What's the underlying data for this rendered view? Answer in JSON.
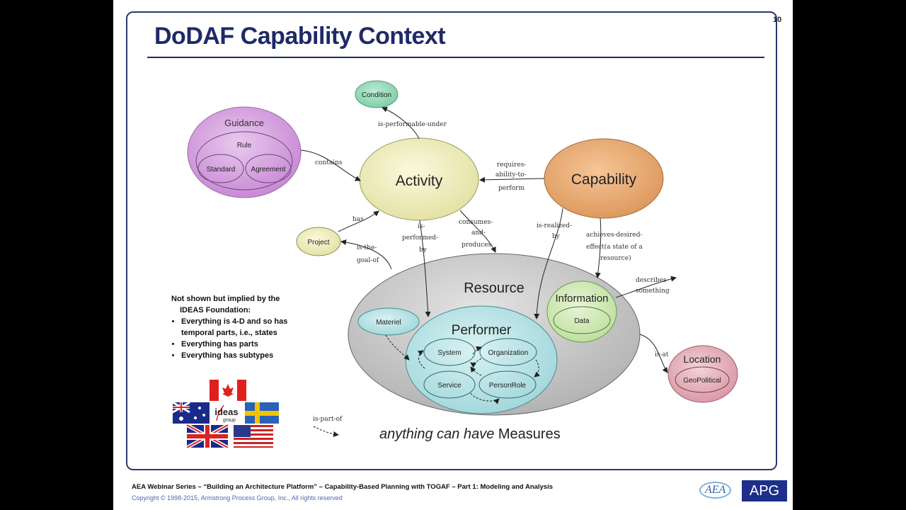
{
  "slide": {
    "number": "10",
    "title": "DoDAF Capability Context"
  },
  "nodes": {
    "condition": "Condition",
    "guidance": "Guidance",
    "rule": "Rule",
    "standard": "Standard",
    "agreement": "Agreement",
    "activity": "Activity",
    "capability": "Capability",
    "project": "Project",
    "resource": "Resource",
    "materiel": "Materiel",
    "information": "Information",
    "data": "Data",
    "performer": "Performer",
    "system": "System",
    "organization": "Organization",
    "service": "Service",
    "person_role": "PersonRole",
    "location": "Location",
    "geopolitical": "GeoPolitical"
  },
  "relations": {
    "performable_under": "is-performable-under",
    "contains": "contains",
    "requires_ability_lines": [
      "requires-",
      "ability-to-",
      "perform"
    ],
    "has": "has",
    "is_the_goal_of_lines": [
      "is-the-",
      "goal-of"
    ],
    "is_performed_by_lines": [
      "is-",
      "performed-",
      "by"
    ],
    "consumes_produces_lines": [
      "consumes-",
      "and-",
      "produces"
    ],
    "is_realized_by_lines": [
      "is-realized-",
      "by"
    ],
    "achieves_desired_effect_lines": [
      "achieves-desired-",
      "effect(a state of a",
      "resource)"
    ],
    "describes_something_lines": [
      "describes-",
      "something"
    ],
    "is_at": "is-at",
    "is_part_of": "is-part-of"
  },
  "notes": {
    "header_lines": [
      "Not shown but implied by the",
      "IDEAS Foundation:"
    ],
    "bullets": [
      "Everything is 4-D and so has temporal parts, i.e., states",
      "Everything has parts",
      "Everything has subtypes"
    ]
  },
  "measures_caption": {
    "prefix": "anything can have",
    "suffix": " Measures"
  },
  "ideas_logo": {
    "name": "ideas",
    "sub": "group"
  },
  "footer": {
    "line1": "AEA Webinar Series – “Building an Architecture Platform” – Capability-Based Planning with TOGAF – Part 1: Modeling and Analysis",
    "line2": "Copyright © 1998-2015, Armstrong Process Group, Inc., All rights reserved",
    "aea_logo": "AEA",
    "apg_logo": "APG"
  }
}
